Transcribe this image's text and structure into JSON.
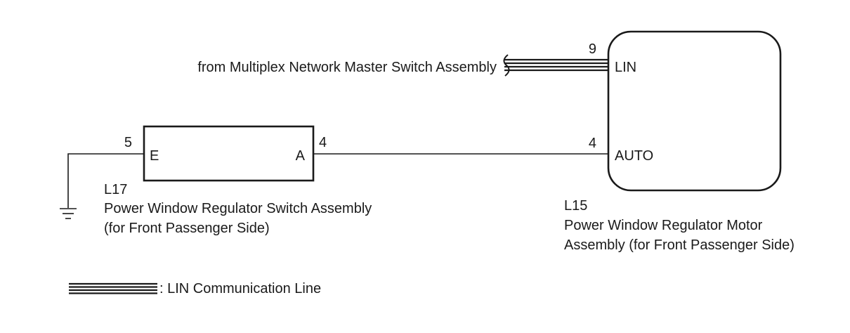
{
  "source": {
    "label": "from Multiplex Network Master Switch Assembly"
  },
  "switch_assembly": {
    "code": "L17",
    "name_line1": "Power Window Regulator Switch Assembly",
    "name_line2": "(for Front Passenger Side)",
    "pin_e_number": "5",
    "pin_e_label": "E",
    "pin_a_number": "4",
    "pin_a_label": "A"
  },
  "motor_assembly": {
    "code": "L15",
    "name_line1": "Power Window Regulator Motor",
    "name_line2": "Assembly (for Front Passenger Side)",
    "pin_lin_number": "9",
    "pin_lin_label": "LIN",
    "pin_auto_number": "4",
    "pin_auto_label": "AUTO"
  },
  "legend": {
    "lin_line_label": ": LIN Communication Line"
  },
  "colors": {
    "line": "#1a1a1a",
    "background": "#ffffff"
  }
}
